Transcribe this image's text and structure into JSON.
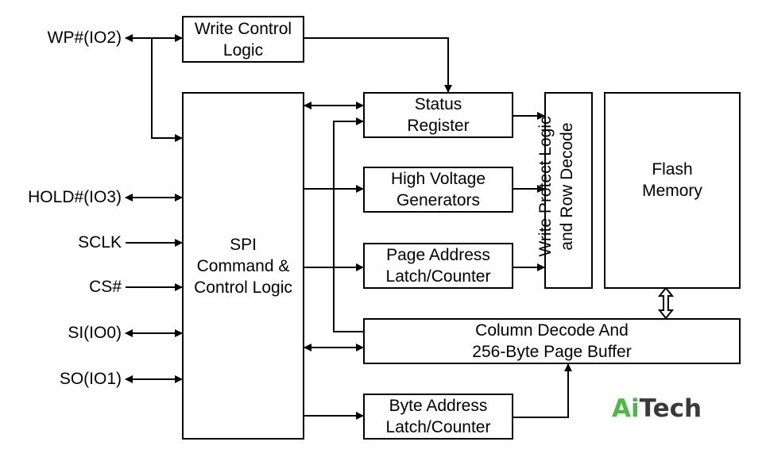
{
  "pins": {
    "wp": "WP#(IO2)",
    "hold": "HOLD#(IO3)",
    "sclk": "SCLK",
    "cs": "CS#",
    "si": "SI(IO0)",
    "so": "SO(IO1)"
  },
  "blocks": {
    "write_control": [
      "Write Control",
      "Logic"
    ],
    "spi": [
      "SPI",
      "Command &",
      "Control Logic"
    ],
    "status_register": [
      "Status",
      "Register"
    ],
    "high_voltage": [
      "High Voltage",
      "Generators"
    ],
    "page_address": [
      "Page Address",
      "Latch/Counter"
    ],
    "write_protect": [
      "Write Protect Logic",
      "and Row Decode"
    ],
    "flash_memory": [
      "Flash",
      "Memory"
    ],
    "column_decode": [
      "Column Decode And",
      "256-Byte Page Buffer"
    ],
    "byte_address": [
      "Byte Address",
      "Latch/Counter"
    ]
  },
  "logo": {
    "part1": "Ai",
    "part2": "Tech",
    "color_accent": "#4cb847",
    "color_dark": "#3a3a3a"
  }
}
